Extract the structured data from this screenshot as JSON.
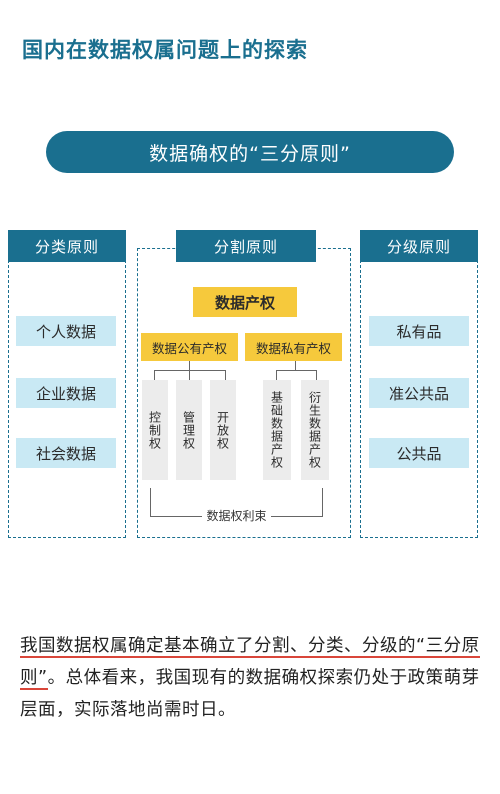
{
  "title": "国内在数据权属问题上的探索",
  "banner": "数据确权的“三分原则”",
  "columns": {
    "left": {
      "header": "分类原则",
      "items": [
        "个人数据",
        "企业数据",
        "社会数据"
      ]
    },
    "middle": {
      "header": "分割原则",
      "root": "数据产权",
      "public": {
        "label": "数据公有产权",
        "children": [
          "控制权",
          "管理权",
          "开放权"
        ]
      },
      "private": {
        "label": "数据私有产权",
        "children": [
          "基础数据产权",
          "衍生数据产权"
        ]
      },
      "bracket_label": "数据权利束"
    },
    "right": {
      "header": "分级原则",
      "items": [
        "私有品",
        "准公共品",
        "公共品"
      ]
    }
  },
  "paragraph": {
    "part1": "我国数据权属确定基本确立了分割、分类、分级的“三分原则”",
    "part2": "。总体看来，我国现有的数据确权探索仍处于政策萌芽层面，实际落地尚需时日。"
  },
  "colors": {
    "primary": "#1a6f8f",
    "light_blue": "#c9e9f4",
    "yellow": "#f6c93c",
    "gray": "#ececec",
    "underline": "#d9463a"
  }
}
